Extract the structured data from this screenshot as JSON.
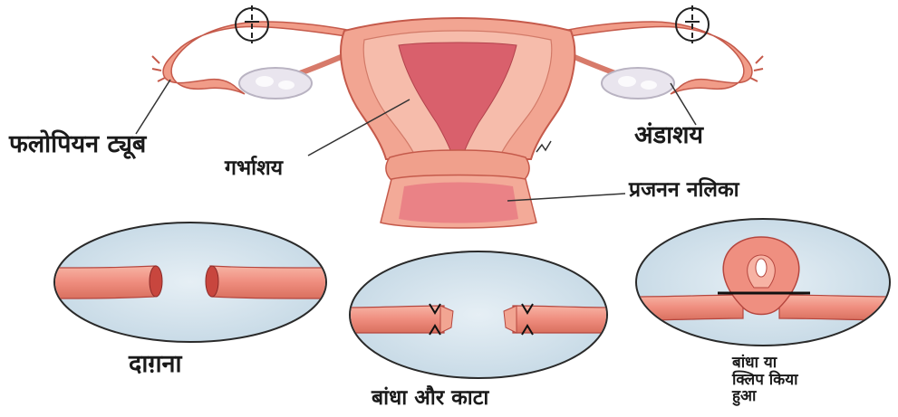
{
  "labels": {
    "fallopian_tube": "फलोपियन ट्यूब",
    "uterus": "गर्भाशय",
    "ovary": "अंडाशय",
    "vagina": "प्रजनन नलिका"
  },
  "methods": {
    "burned": "दाग़ना",
    "tied_and_cut": "बांधा और काटा",
    "tied_or_clipped": [
      "बांधा या",
      "क्लिप किया",
      "हुआ"
    ]
  },
  "colors": {
    "tissue": "#f0a08c",
    "tissue_dark": "#c8584a",
    "tissue_light": "#f6c2b2",
    "lumen": "#d96a74",
    "ovary": "#e8e4ec",
    "circle_bg": "#cfe0ea",
    "circle_border": "#2a2a2a",
    "tube": "#ef8f80",
    "tube_edge": "#b5463e"
  }
}
